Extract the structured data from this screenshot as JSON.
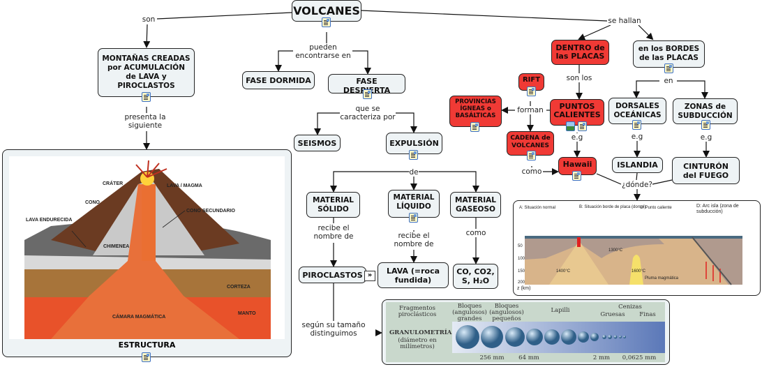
{
  "nodes": {
    "volcanes": "VOLCANES",
    "montanas": "MONTAÑAS CREADAS por ACUMULACIÓN de LAVA y PIROCLASTOS",
    "fase_dormida": "FASE DORMIDA",
    "fase_despierta": "FASE DESPIERTA",
    "seismos": "SEISMOS",
    "expulsion": "EXPULSIÓN",
    "material_solido": "MATERIAL SÓLIDO",
    "material_liquido": "MATERIAL LÍQUIDO",
    "material_gaseoso": "MATERIAL GASEOSO",
    "piroclastos": "PIROCLASTOS",
    "lava": "LAVA (=roca fundida)",
    "gases": "CO, CO2, S, H₂O",
    "dentro_placas": "DENTRO de las PLACAS",
    "bordes_placas": "en los BORDES de las PLACAS",
    "rift": "RIFT",
    "provincias": "PROVINCIAS ÍGNEAS o BASÁLTICAS",
    "puntos_calientes": "PUNTOS CALIENTES",
    "dorsales": "DORSALES OCEÁNICAS",
    "zonas_subduccion": "ZONAS de SUBDUCCIÓN",
    "cadena_volcanes": "CADENA de VOLCANES",
    "hawaii": "Hawaii",
    "islandia": "ISLANDIA",
    "cinturon": "CINTURÓN del FUEGO",
    "estructura": "ESTRUCTURA"
  },
  "links": {
    "son": "son",
    "pueden": "pueden encontrarse en",
    "se_hallan": "se hallan",
    "presenta": "presenta la siguiente",
    "caracteriza": "que se caracteriza por",
    "de": "de",
    "recibe1": "recibe el nombre de",
    "recibe2": "recibe el nombre de",
    "como1": "como",
    "segun": "según su tamaño distinguimos",
    "son_los": "son los",
    "en": "en",
    "forman": "forman",
    "eg1": "e.g",
    "eg2": "e.g",
    "eg3": "e.g",
    "como2": "como",
    "donde": "¿dónde?"
  },
  "volcano_image": {
    "labels": {
      "crater": "CRÁTER",
      "lava_magma": "LAVA / MAGMA",
      "cono": "CONO",
      "cono_secundario": "CONO SECUNDARIO",
      "lava_endurecida": "LAVA ENDURECIDA",
      "chimenea": "CHIMENEA",
      "corteza": "CORTEZA",
      "manto": "MANTO",
      "camara": "CÁMARA MAGMÁTICA"
    }
  },
  "plates_image": {
    "a": "A: Situación normal",
    "b": "B: Situación borde de placa (dorsal)",
    "c": "C: Punto caliente",
    "d": "D: Arc isla (zona de subducción)",
    "pluma": "Pluma magmática",
    "t1300": "1300°C",
    "t1400": "1400°C",
    "t1600": "1600°C",
    "depths": [
      "50",
      "100",
      "150",
      "200"
    ],
    "axis_unit": "z (km)"
  },
  "granulometry": {
    "header": [
      "Fragmentos piroclásticos",
      "Bloques (angulosos) grandes",
      "Bloques (angulosos) pequeños",
      "Lapilli",
      "Cenizas"
    ],
    "cenizas_sub": [
      "Gruesas",
      "Finas"
    ],
    "row_title": "GRANULOMETRÍA",
    "row_sub": "(diámetro en milímetros)",
    "limits": [
      "256 mm",
      "64 mm",
      "2 mm",
      "0,0625 mm"
    ]
  },
  "colors": {
    "node": "#eef3f5",
    "red_node": "#f03a35",
    "icon_border": "#3a6fc4"
  }
}
